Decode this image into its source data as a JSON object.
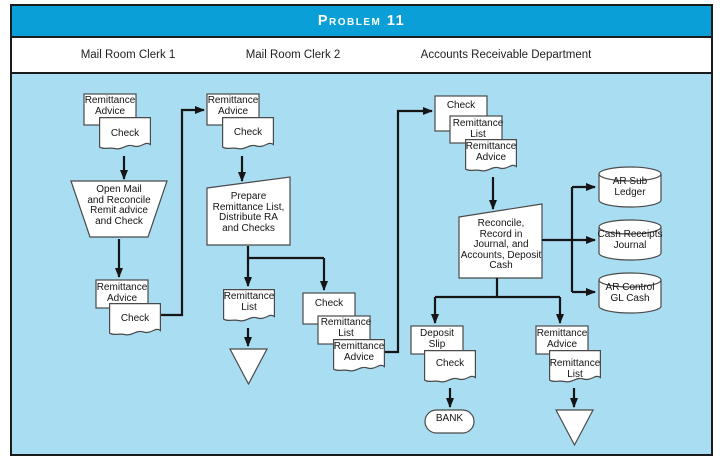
{
  "window": {
    "title": "Problem 11"
  },
  "columns": [
    {
      "label": "Mail Room Clerk 1"
    },
    {
      "label": "Mail Room Clerk 2"
    },
    {
      "label": "Accounts Receivable Department"
    }
  ],
  "clerk1": {
    "docs_in": {
      "back": "Remittance\nAdvice",
      "front": "Check"
    },
    "process": "Open Mail\nand Reconcile\nRemit advice\nand Check",
    "docs_out": {
      "back": "Remittance\nAdvice",
      "front": "Check"
    }
  },
  "clerk2": {
    "docs_in": {
      "back": "Remittance\nAdvice",
      "front": "Check"
    },
    "process": "Prepare\nRemittance List,\nDistribute RA\nand Checks",
    "list_doc": "Remittance\nList",
    "docs_out": {
      "back": "Check",
      "middle": "Remittance\nList",
      "front": "Remittance\nAdvice"
    }
  },
  "ar_dept": {
    "docs_in": {
      "back": "Check",
      "middle": "Remittance\nList",
      "front": "Remittance\nAdvice"
    },
    "process": "Reconcile,\nRecord in\nJournal, and\nAccounts, Deposit\nCash",
    "datastores": [
      {
        "label": "AR Sub\nLedger"
      },
      {
        "label": "Cash Receipts\nJournal"
      },
      {
        "label": "AR Control\nGL Cash"
      }
    ],
    "deposit_docs": {
      "back": "Deposit\nSlip",
      "front": "Check"
    },
    "bank": "BANK",
    "file_docs": {
      "back": "Remittance\nAdvice",
      "front": "Remittance\nList"
    }
  },
  "colors": {
    "banner": "#0B9FD8",
    "flow_bg": "#A9DDF2",
    "shape_stroke": "#4A4A4A",
    "line": "#151515"
  }
}
